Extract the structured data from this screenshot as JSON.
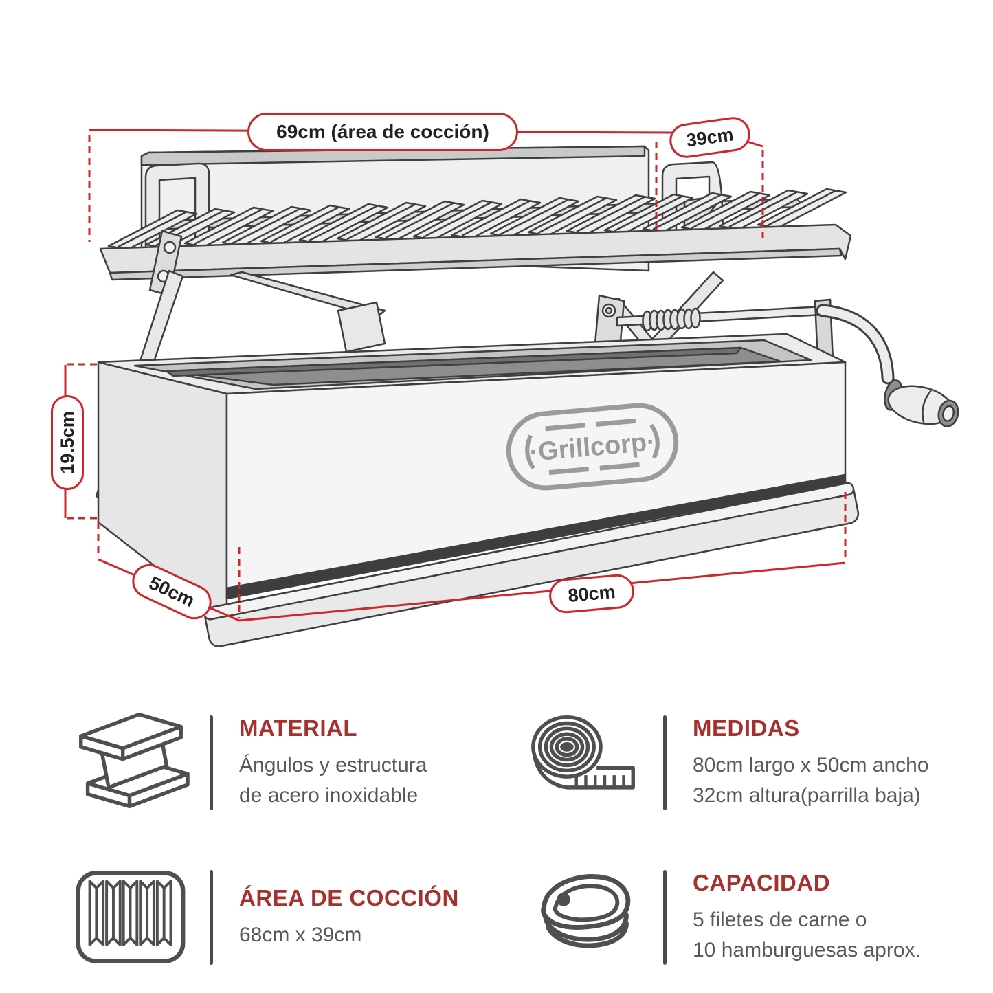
{
  "diagram": {
    "logo_text": "·Grillcorp·",
    "dimensions": {
      "top_width": "69cm (área de cocción)",
      "top_depth": "39cm",
      "height": "19.5cm",
      "side_depth": "50cm",
      "front_length": "80cm"
    },
    "colors": {
      "dimension_red": "#d0262b",
      "heading_red": "#a7302c",
      "line_gray": "#3f3f3f",
      "logo_gray": "#9b9b9b"
    }
  },
  "specs": [
    {
      "icon": "steel-beam-icon",
      "title": "MATERIAL",
      "lines": [
        "Ángulos y estructura",
        "de acero inoxidable"
      ]
    },
    {
      "icon": "tape-measure-icon",
      "title": "MEDIDAS",
      "lines": [
        "80cm largo x 50cm ancho",
        "32cm altura(parrilla baja)"
      ]
    },
    {
      "icon": "grill-grate-icon",
      "title": "ÁREA DE COCCIÓN",
      "lines": [
        "68cm x 39cm"
      ]
    },
    {
      "icon": "steak-icon",
      "title": "CAPACIDAD",
      "lines": [
        "5 filetes de carne o",
        "10 hamburguesas aprox."
      ]
    }
  ]
}
